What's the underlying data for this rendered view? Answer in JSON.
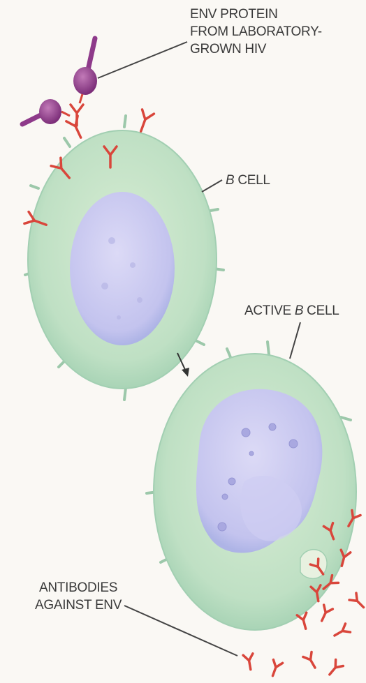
{
  "labels": {
    "env_protein": {
      "line1": "ENV PROTEIN",
      "line2": "FROM LABORATORY-",
      "line3": "GROWN HIV"
    },
    "b_cell": {
      "italic": "B",
      "text": " CELL"
    },
    "active_b_cell": {
      "prefix": "ACTIVE ",
      "italic": "B",
      "suffix": " CELL"
    },
    "antibodies": {
      "line1": "ANTIBODIES",
      "line2": "AGAINST ENV"
    }
  },
  "colors": {
    "cytoplasm": "#bfe0c4",
    "nucleus": "#c9c8ef",
    "antibody": "#d9463b",
    "env_protein": "#8e3a8a",
    "leader_line": "#444444"
  }
}
